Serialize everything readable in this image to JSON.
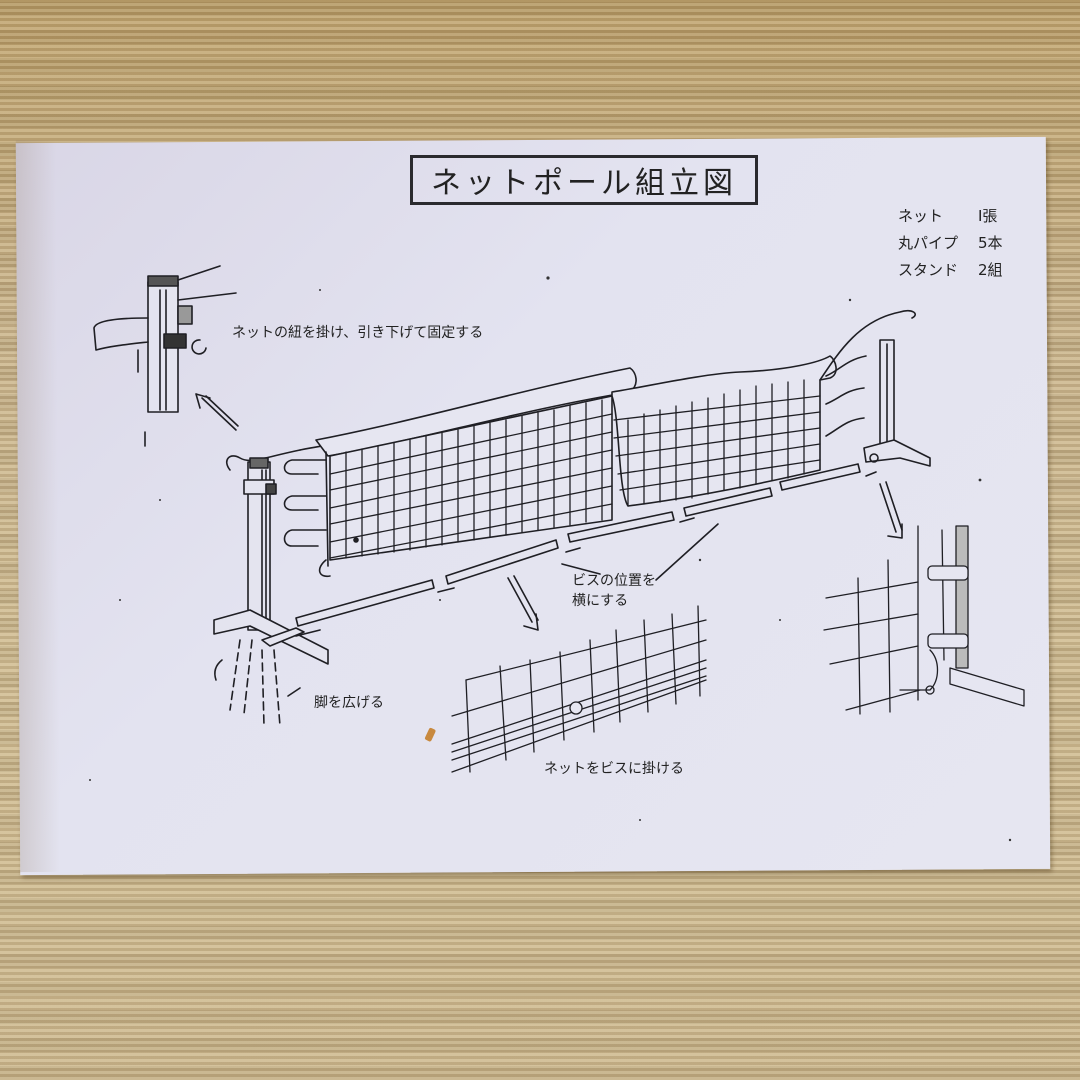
{
  "title": "ネットポール組立図",
  "parts_list": [
    {
      "name": "ネット",
      "qty": "I張"
    },
    {
      "name": "丸パイプ",
      "qty": "5本"
    },
    {
      "name": "スタンド",
      "qty": "2組"
    }
  ],
  "annotations": {
    "hook_cord": "ネットの紐を掛け、引き下げて固定する",
    "screw_position_line1": "ビスの位置を",
    "screw_position_line2": "横にする",
    "spread_legs": "脚を広げる",
    "hook_net_on_screw": "ネットをビスに掛ける"
  },
  "colors": {
    "background_tatami": "#c2ad82",
    "paper": "#e3e3f0",
    "ink": "#222222"
  },
  "diagram_parts": {
    "poles": 2,
    "pipe_segments": 5,
    "detail_views": [
      "top-of-pole-cord-fixing",
      "net-on-screw",
      "net-attached-to-pole-base"
    ]
  }
}
